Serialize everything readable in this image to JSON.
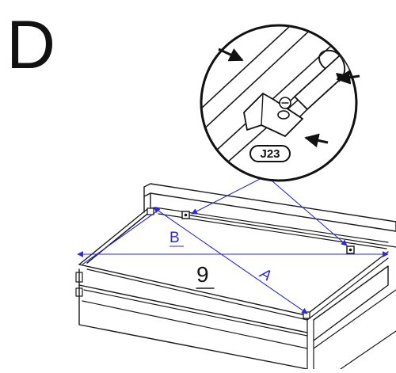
{
  "step_label": "D",
  "part_code": "J23",
  "count_label": "9",
  "diagonal_a_label": "A",
  "diagonal_b_label": "B",
  "colors": {
    "ink": "#1a1a1a",
    "measure_blue": "#2a2ad6",
    "background": "#ffffff"
  }
}
